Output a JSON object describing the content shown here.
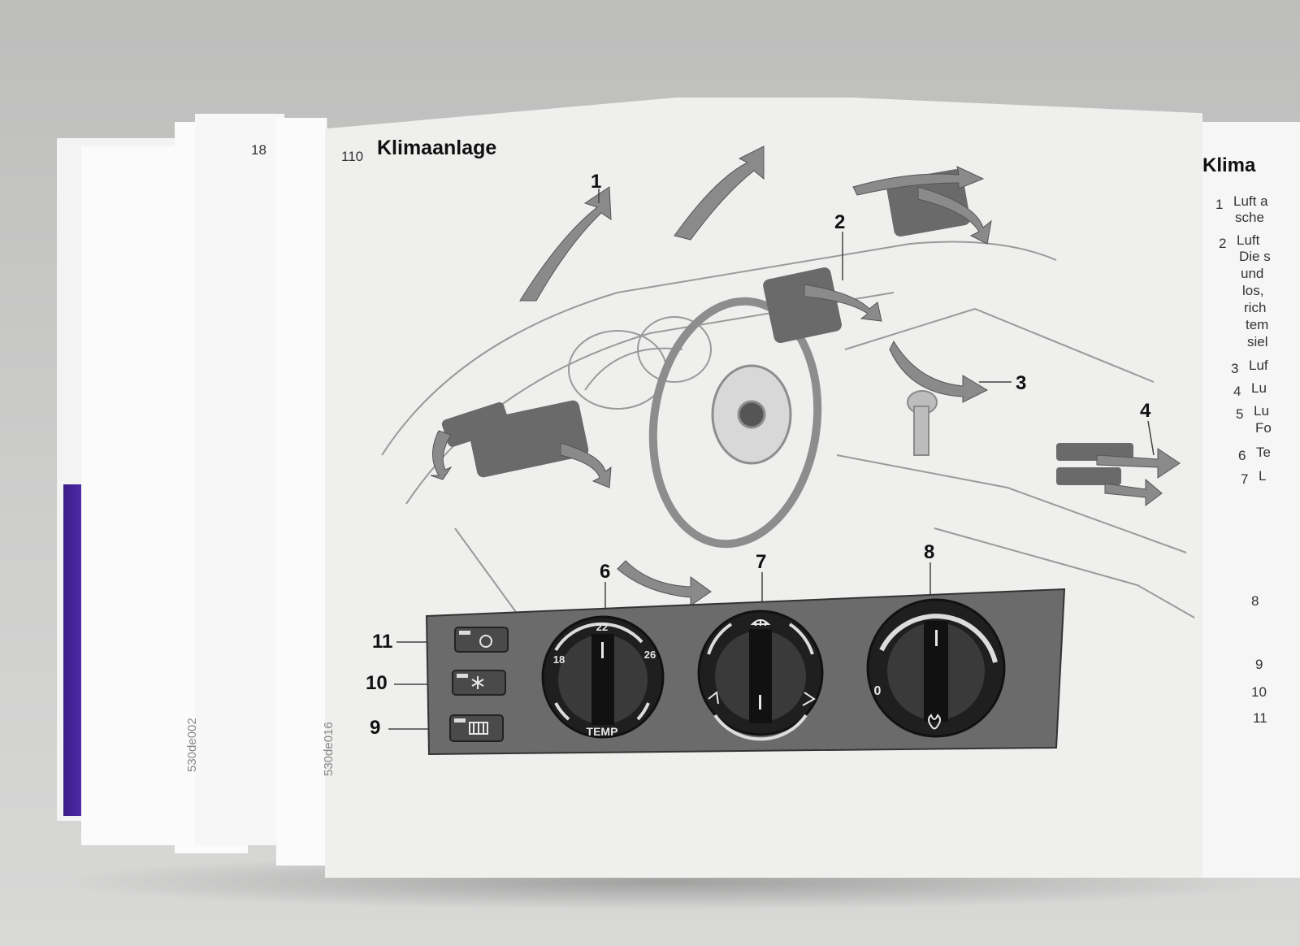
{
  "page": {
    "left_page_number": "18",
    "page_number": "110",
    "title": "Klimaanlage",
    "figure_code_left": "530de002",
    "figure_code": "530de016"
  },
  "callouts": [
    "1",
    "2",
    "3",
    "4",
    "6",
    "7",
    "8",
    "9",
    "10",
    "11"
  ],
  "temp_scale": {
    "t18": "18",
    "t22": "22",
    "t26": "26",
    "label": "TEMP"
  },
  "fan_dial": {
    "off_label": "0"
  },
  "right_page": {
    "title": "Klima",
    "lines": [
      "Luft a",
      "sche",
      "Luft",
      "Die s",
      "und",
      "los,",
      "rich",
      "tem",
      "siel",
      "Luf",
      "Lu",
      "Lu",
      "Fo",
      "Te",
      "L"
    ],
    "numbers": [
      "1",
      "2",
      "3",
      "4",
      "5",
      "6",
      "7",
      "8",
      "9",
      "10",
      "11"
    ]
  },
  "colors": {
    "panel": "#6b6b6b",
    "knob": "#2e2e2e",
    "accent_purple": "#5a33c0"
  }
}
